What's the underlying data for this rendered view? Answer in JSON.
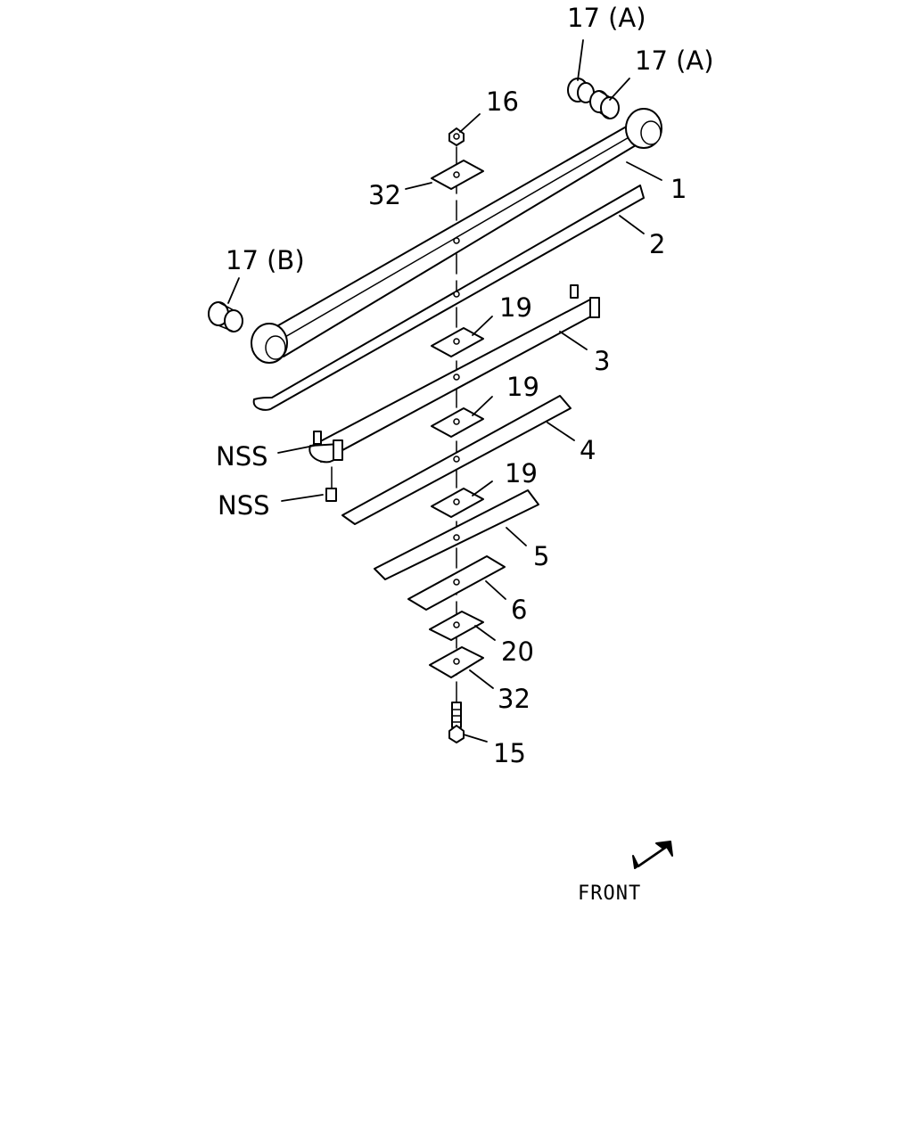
{
  "callouts": {
    "c17a_top": "17 (A)",
    "c17a_second": "17 (A)",
    "c16": "16",
    "c32_top": "32",
    "c1": "1",
    "c2": "2",
    "c17b": "17 (B)",
    "c19_first": "19",
    "c3": "3",
    "c19_second": "19",
    "c4": "4",
    "nss_clip": "NSS",
    "c19_third": "19",
    "nss_bolt": "NSS",
    "c5": "5",
    "c6": "6",
    "c20": "20",
    "c32_bottom": "32",
    "c15": "15"
  },
  "front": {
    "label": "FRONT",
    "icon": "front-arrow-icon"
  },
  "colors": {
    "line": "#000000",
    "background": "#ffffff"
  }
}
